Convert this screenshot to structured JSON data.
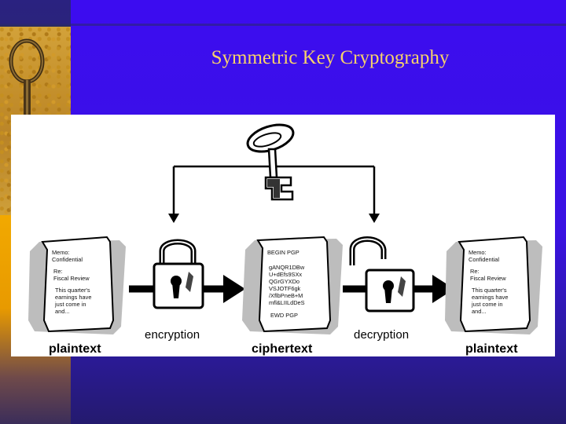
{
  "slide": {
    "title": "Symmetric Key Cryptography"
  },
  "diagram": {
    "labels": {
      "plaintext_left": "plaintext",
      "encryption": "encryption",
      "ciphertext": "ciphertext",
      "decryption": "decryption",
      "plaintext_right": "plaintext"
    },
    "plaintext_doc": {
      "lines": [
        "Memo:",
        "Confidential",
        "Re:",
        "Fiscal Review",
        "This quarter's",
        "earnings have",
        "just come in",
        "and..."
      ]
    },
    "cipher_doc": {
      "lines": [
        "BEGIN PGP",
        "gANQR1DBw",
        "U+dEfs9SXx",
        "QGrGYXDo",
        "VSJOTF6gk",
        "/XflbPneB+M",
        "mfl&LIILdDeS",
        "EWD PGP"
      ]
    }
  }
}
